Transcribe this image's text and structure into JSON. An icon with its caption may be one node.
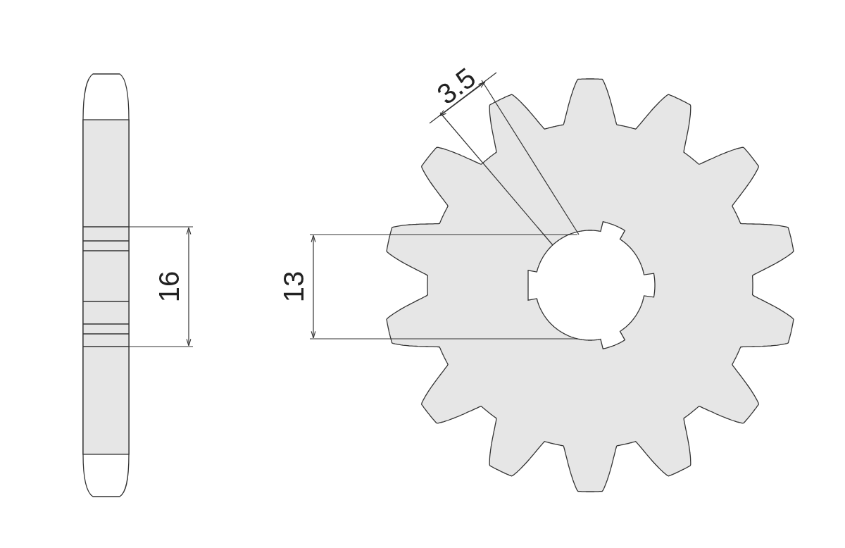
{
  "diagram": {
    "labels": [
      "3.5",
      "16",
      "13"
    ]
  }
}
